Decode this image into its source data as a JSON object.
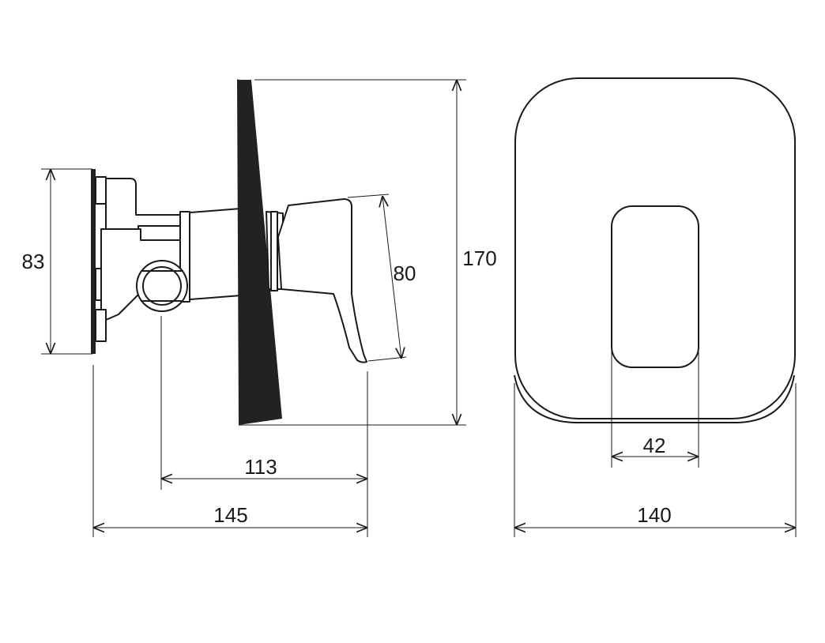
{
  "dimensions": {
    "mounting_height": "83",
    "handle_reach": "80",
    "cover_height": "170",
    "body_to_handle": "113",
    "total_depth": "145",
    "cover_width": "140",
    "handle_width": "42"
  },
  "colors": {
    "line": "#1a1a1a",
    "fill_dark": "#222222",
    "background": "#ffffff"
  }
}
